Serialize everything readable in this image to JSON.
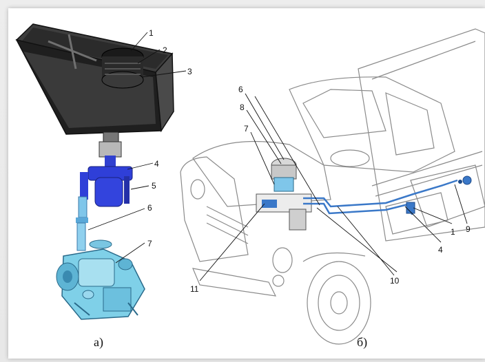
{
  "diagram_a": {
    "panel_label": "а)",
    "callouts": [
      "1",
      "2",
      "3",
      "4",
      "5",
      "6",
      "7"
    ]
  },
  "diagram_b": {
    "panel_label": "б)",
    "callouts": [
      "6",
      "8",
      "7",
      "1",
      "9",
      "4",
      "10",
      "11"
    ]
  },
  "colors": {
    "background": "#ebebeb",
    "frame": "#ffffff",
    "tank_dark": "#2b2b2b",
    "filter_blue": "#2f3fd8",
    "carburetor_cyan": "#7fd0e8",
    "fuel_line_blue": "#3a78c8",
    "truck_outline": "#8a8a8a"
  }
}
